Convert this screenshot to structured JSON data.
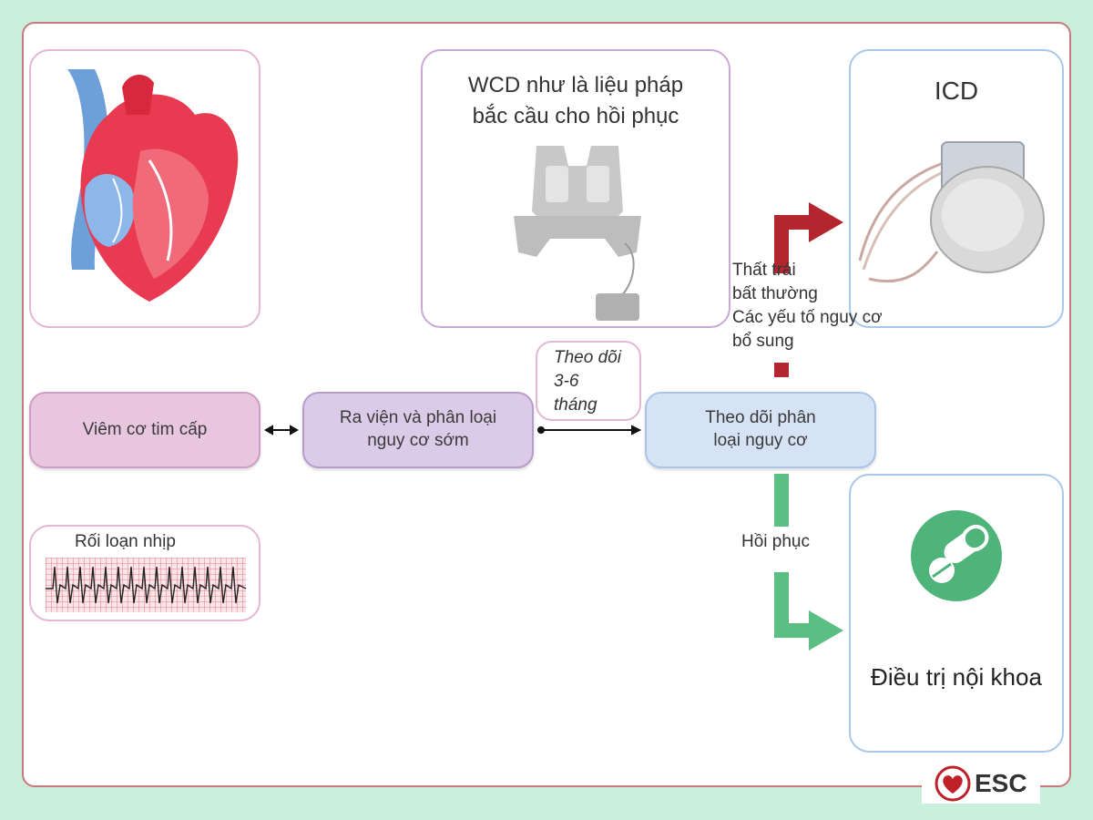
{
  "diagram": {
    "wcd_title_line1": "WCD như là liệu pháp",
    "wcd_title_line2": "bắc cầu cho hồi phục",
    "icd_title": "ICD",
    "node_acute": "Viêm cơ tim cấp",
    "node_discharge_line1": "Ra viện và phân loại",
    "node_discharge_line2": "nguy cơ sớm",
    "followup_interval_line1": "Theo dõi",
    "followup_interval_line2": "3-6",
    "followup_interval_line3": "tháng",
    "node_followup_line1": "Theo dõi phân",
    "node_followup_line2": "loại nguy cơ",
    "risk_line1": "Thất trái",
    "risk_line2": "bất thường",
    "risk_line3": "Các yếu tố nguy cơ",
    "risk_line4": "bổ sung",
    "recovery_label": "Hồi phục",
    "arrhythmia_label": "Rối loạn nhịp",
    "medical_treatment": "Điều trị nội khoa",
    "logo_text": "ESC"
  },
  "colors": {
    "background": "#c8f0dc",
    "frame_border": "#c9787e",
    "red_arrow": "#b3262e",
    "green_arrow": "#5bbf84",
    "node_pink": "#e8c4e0",
    "node_purple": "#dccbe8",
    "node_blue": "#d6e3f5"
  },
  "icons": [
    "heart-illustration",
    "wearable-defibrillator-vest",
    "icd-device",
    "pill-icon",
    "ecg-strip",
    "esc-heart-logo"
  ]
}
